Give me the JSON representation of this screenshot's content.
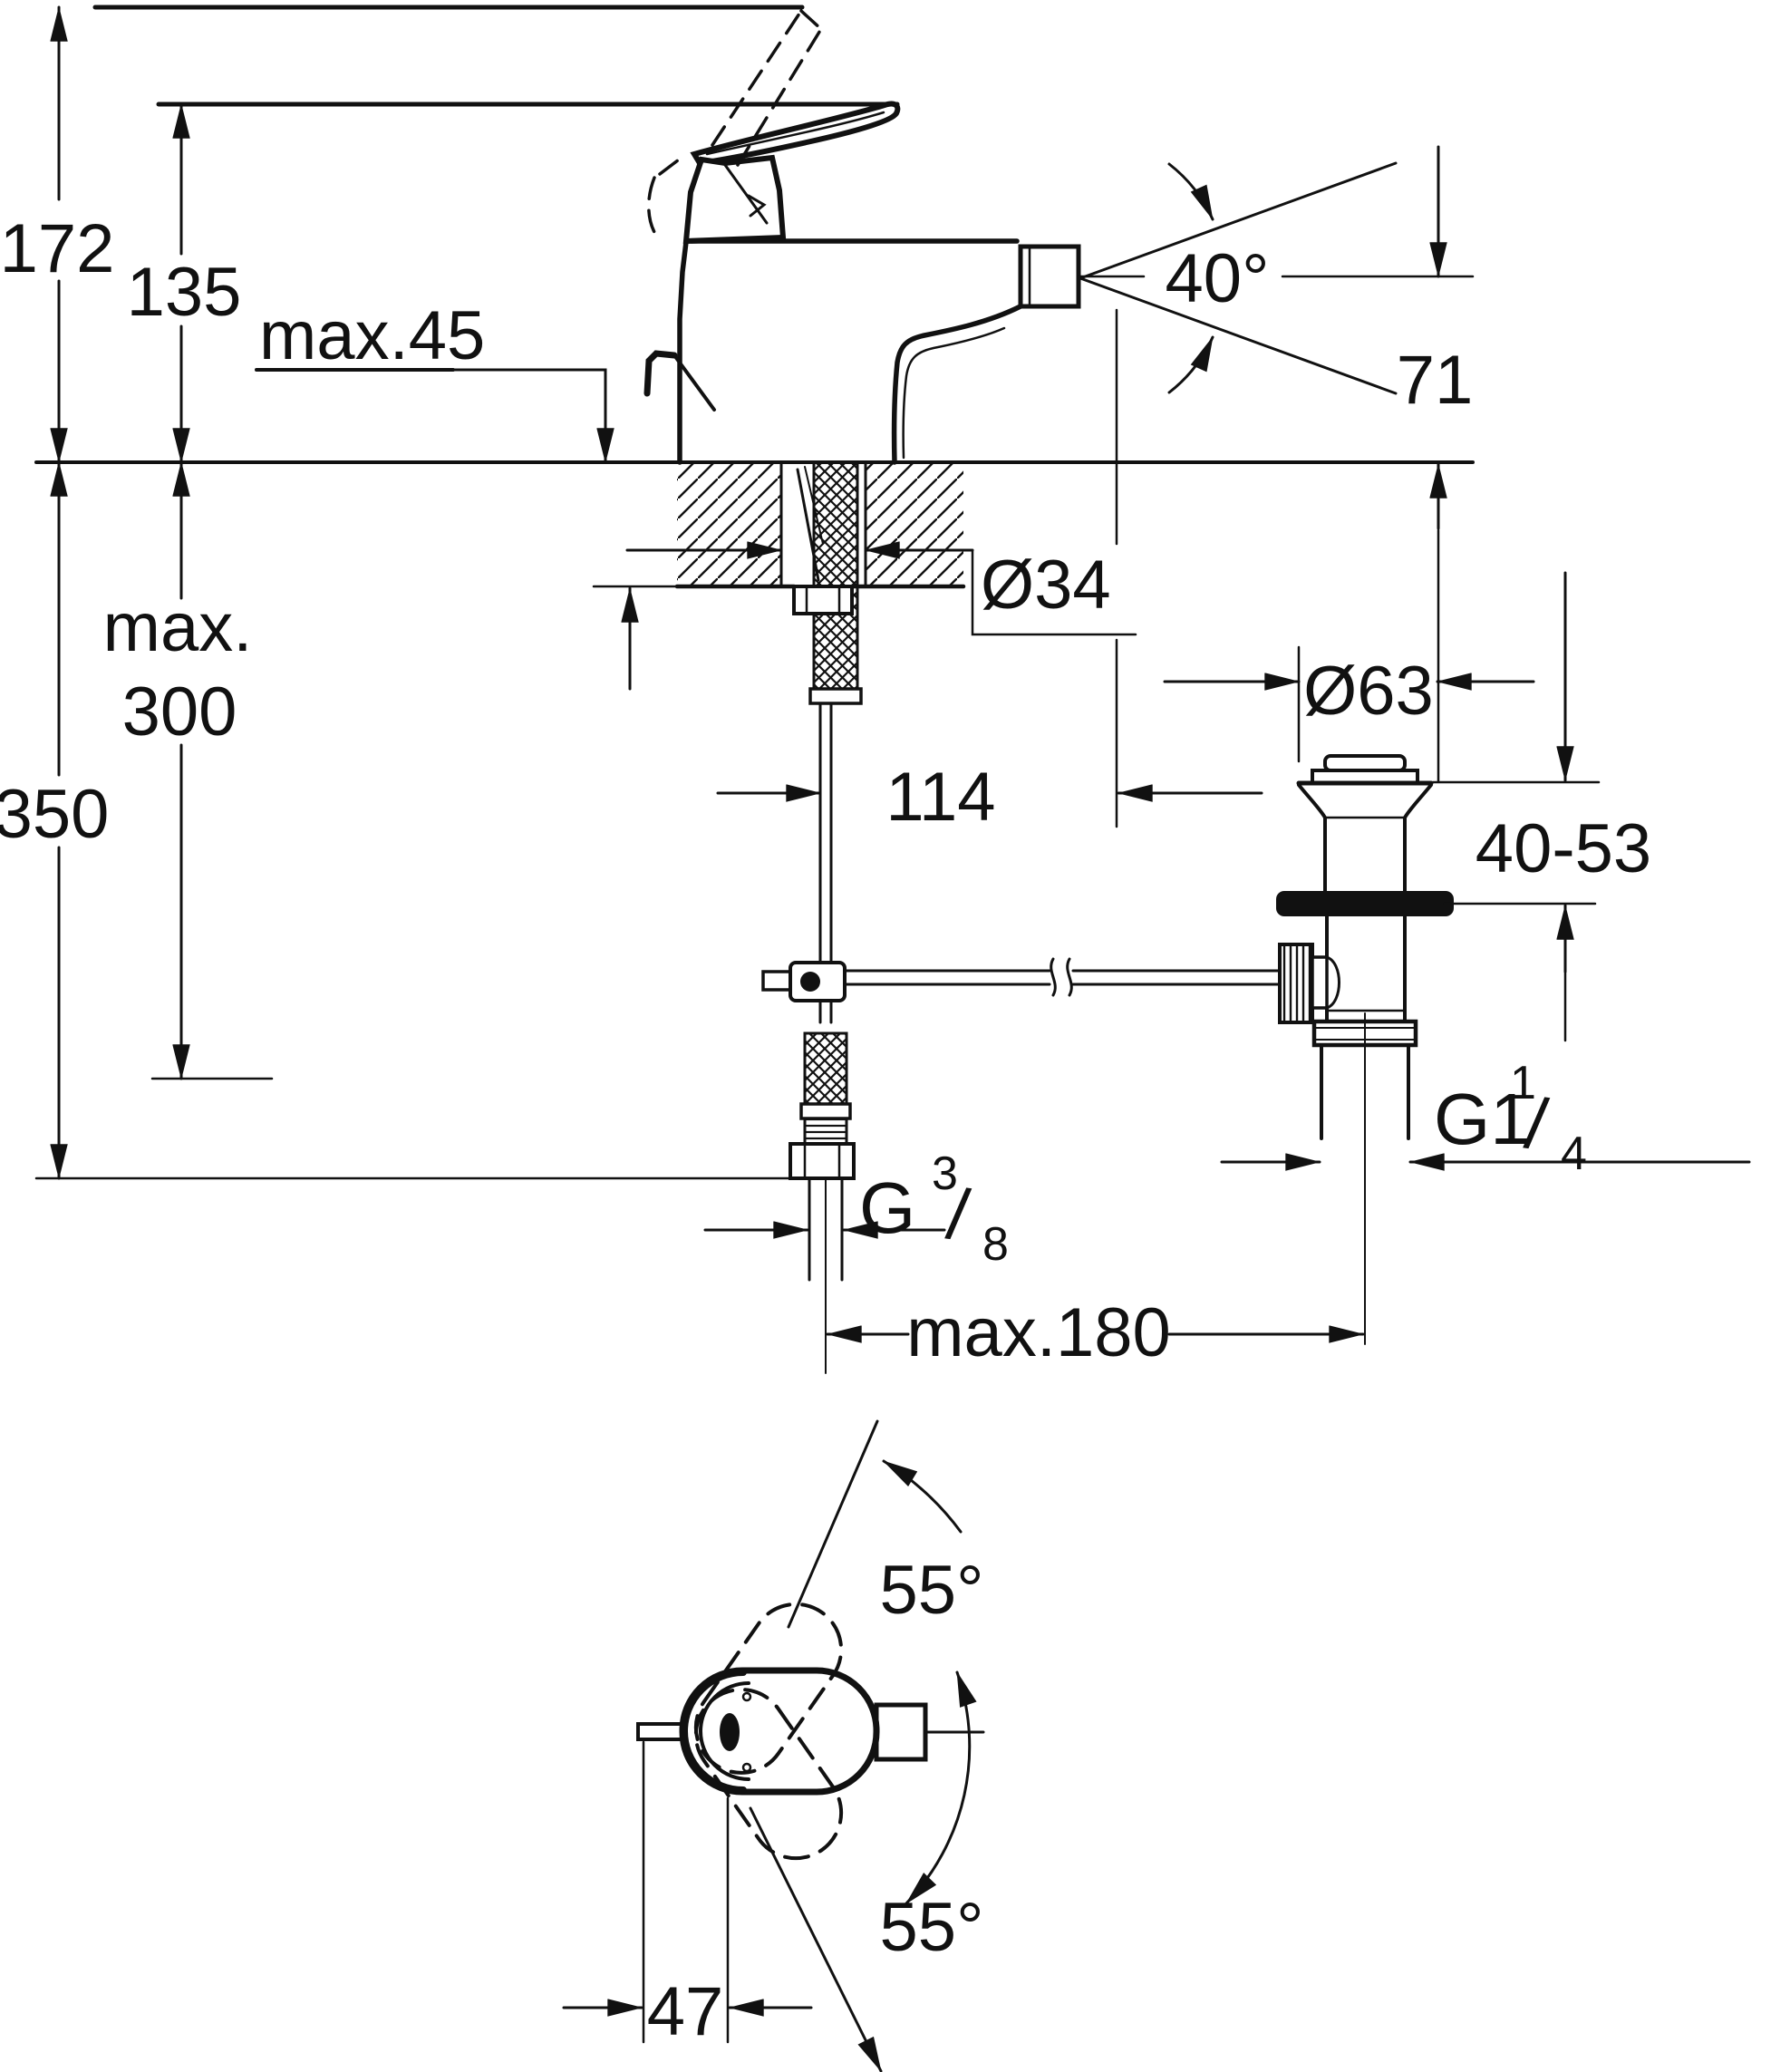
{
  "title": "bidet-single-lever-mixer-dimension-drawing",
  "colors": {
    "background": "#ffffff",
    "ink": "#111111"
  },
  "side_view": {
    "height_handle_up": "172",
    "height_lever": "135",
    "deck_thickness_max": "max.45",
    "spout_angle": "40°",
    "spout_height": "71",
    "hole_diameter": "Ø34",
    "hose_length_max_line1": "max.",
    "hose_length_max_line2": "300",
    "supply_drop": "350",
    "spout_reach": "114",
    "waste_flange_diameter": "Ø63",
    "waste_clamp_range": "40-53",
    "rod_to_waste_max": "max.180",
    "waste_thread": {
      "main": "G1",
      "sup": "1",
      "slash": "/",
      "sub": "4"
    },
    "supply_thread": {
      "main": "G",
      "sup": "3",
      "slash": "/",
      "sub": "8"
    }
  },
  "top_view": {
    "swivel_up": "55°",
    "swivel_down": "55°",
    "rod_offset": "47"
  }
}
